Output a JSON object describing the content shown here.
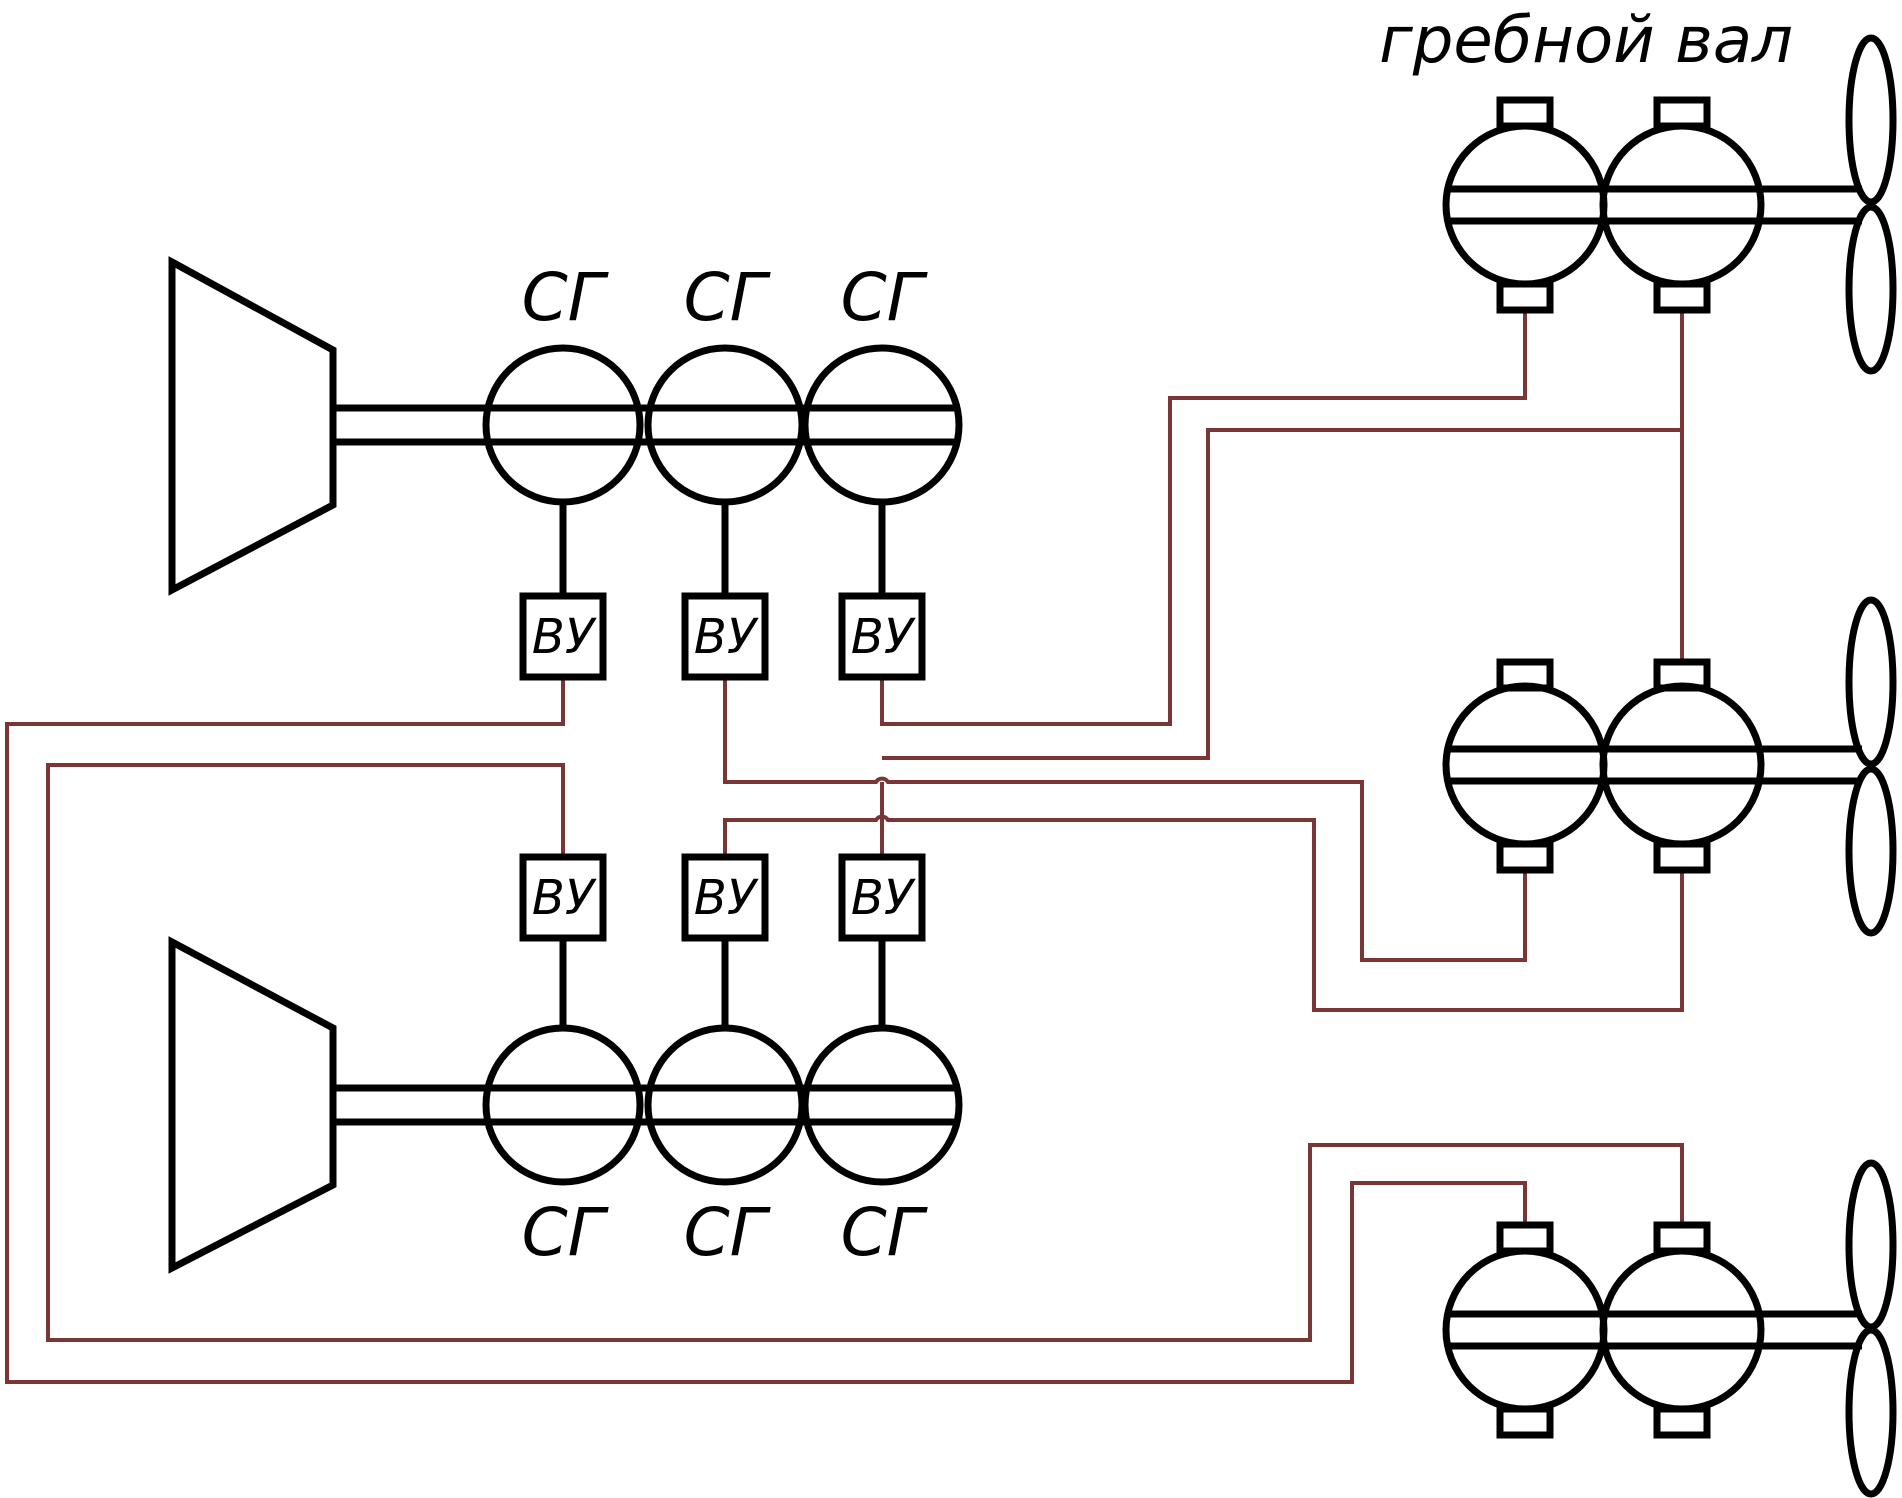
{
  "title": "гребной вал",
  "generator_label": "СГ",
  "rectifier_label": "ВУ",
  "colors": {
    "wire": "#7a3535",
    "line": "#000000",
    "background": "#ffffff"
  }
}
